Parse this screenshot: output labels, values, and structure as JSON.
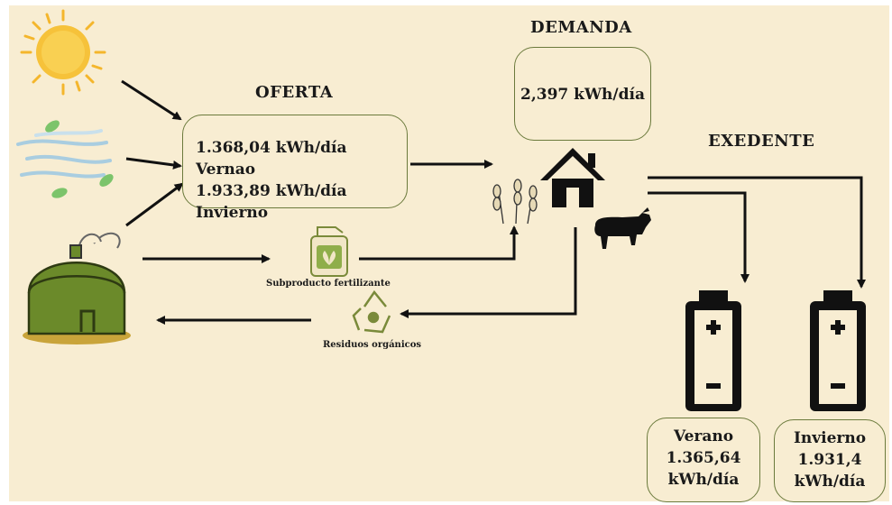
{
  "headings": {
    "oferta": "OFERTA",
    "demanda": "DEMANDA",
    "excedente": "EXEDENTE"
  },
  "oferta_box": {
    "line1": "1.368,04 kWh/día Vernao",
    "line2": "1.933,89 kWh/día Invierno"
  },
  "demanda_box": {
    "value": "2,397 kWh/día"
  },
  "labels": {
    "fertilizer": "Subproducto fertilizante",
    "waste": "Residuos orgánicos"
  },
  "surplus": {
    "verano": {
      "season": "Verano",
      "value": "1.365,64",
      "unit": "kWh/día"
    },
    "invierno": {
      "season": "Invierno",
      "value": "1.931,4",
      "unit": "kWh/día"
    }
  },
  "colors": {
    "background": "#f8edd2",
    "box_border": "#6b7a3c",
    "biodigester": "#6b8a2a",
    "sun": "#f6c23a",
    "wind": "#a9cde0",
    "leaf": "#7cc46b"
  },
  "icons": [
    "sun-icon",
    "wind-icon",
    "biodigester-icon",
    "house-icon",
    "wheat-icon",
    "cow-icon",
    "fertilizer-can-icon",
    "recycle-icon",
    "battery-icon"
  ]
}
